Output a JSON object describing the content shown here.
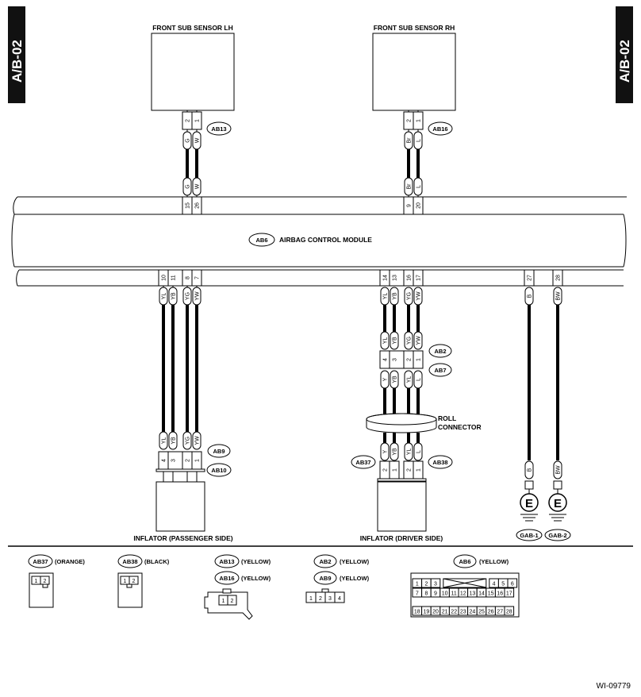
{
  "side_tab": "A/B-02",
  "components": {
    "front_sub_sensor_lh": "FRONT SUB SENSOR LH",
    "front_sub_sensor_rh": "FRONT SUB SENSOR RH",
    "module": "AIRBAG CONTROL MODULE",
    "roll_connector": [
      "ROLL",
      "CONNECTOR"
    ],
    "inflator_passenger": "INFLATOR (PASSENGER SIDE)",
    "inflator_driver": "INFLATOR (DRIVER SIDE)"
  },
  "connectors": {
    "ab13": "AB13",
    "ab16": "AB16",
    "ab6": "AB6",
    "ab2": "AB2",
    "ab7": "AB7",
    "ab9": "AB9",
    "ab10": "AB10",
    "ab37": "AB37",
    "ab38": "AB38",
    "gab1": "GAB-1",
    "gab2": "GAB-2"
  },
  "ground_symbol": "E",
  "wires": {
    "lh_sensor": {
      "pins": [
        "2",
        "1"
      ],
      "colors": [
        "G",
        "W"
      ],
      "module_pins": [
        "15",
        "26"
      ]
    },
    "rh_sensor": {
      "pins": [
        "2",
        "1"
      ],
      "colors": [
        "Br",
        "L"
      ],
      "module_pins": [
        "9",
        "20"
      ]
    },
    "passenger": {
      "module_pins": [
        "10",
        "11",
        "8",
        "7"
      ],
      "colors": [
        "YL",
        "YB",
        "YG",
        "YW"
      ],
      "ab9_pins": [
        "4",
        "3",
        "2",
        "1"
      ]
    },
    "driver": {
      "module_pins": [
        "14",
        "13",
        "16",
        "17"
      ],
      "colors": [
        "YL",
        "YB",
        "YG",
        "YW"
      ],
      "ab2_pins": [
        "4",
        "3",
        "2",
        "1"
      ],
      "lower_colors": [
        "Y",
        "YB",
        "YL",
        "L"
      ],
      "ab37_pins": [
        "2",
        "1"
      ],
      "ab38_pins": [
        "2",
        "1"
      ]
    },
    "ground1": {
      "module_pin": "27",
      "color": "B"
    },
    "ground2": {
      "module_pin": "28",
      "color": "BW"
    }
  },
  "legend": {
    "ab37": {
      "name": "AB37",
      "color": "(ORANGE)",
      "pins": [
        "1",
        "2"
      ]
    },
    "ab38": {
      "name": "AB38",
      "color": "(BLACK)",
      "pins": [
        "1",
        "2"
      ]
    },
    "ab13": {
      "name": "AB13",
      "color": "(YELLOW)"
    },
    "ab16": {
      "name": "AB16",
      "color": "(YELLOW)",
      "pins": [
        "1",
        "2"
      ]
    },
    "ab2": {
      "name": "AB2",
      "color": "(YELLOW)"
    },
    "ab9": {
      "name": "AB9",
      "color": "(YELLOW)",
      "pins": [
        "1",
        "2",
        "3",
        "4"
      ]
    },
    "ab6": {
      "name": "AB6",
      "color": "(YELLOW)",
      "row1": [
        "1",
        "2",
        "3",
        "4",
        "5",
        "6"
      ],
      "row2": [
        "7",
        "8",
        "9",
        "10",
        "11",
        "12",
        "13",
        "14",
        "15",
        "16",
        "17"
      ],
      "row3": [
        "18",
        "19",
        "20",
        "21",
        "22",
        "23",
        "24",
        "25",
        "26",
        "27",
        "28"
      ]
    }
  },
  "figure_id": "WI-09779"
}
